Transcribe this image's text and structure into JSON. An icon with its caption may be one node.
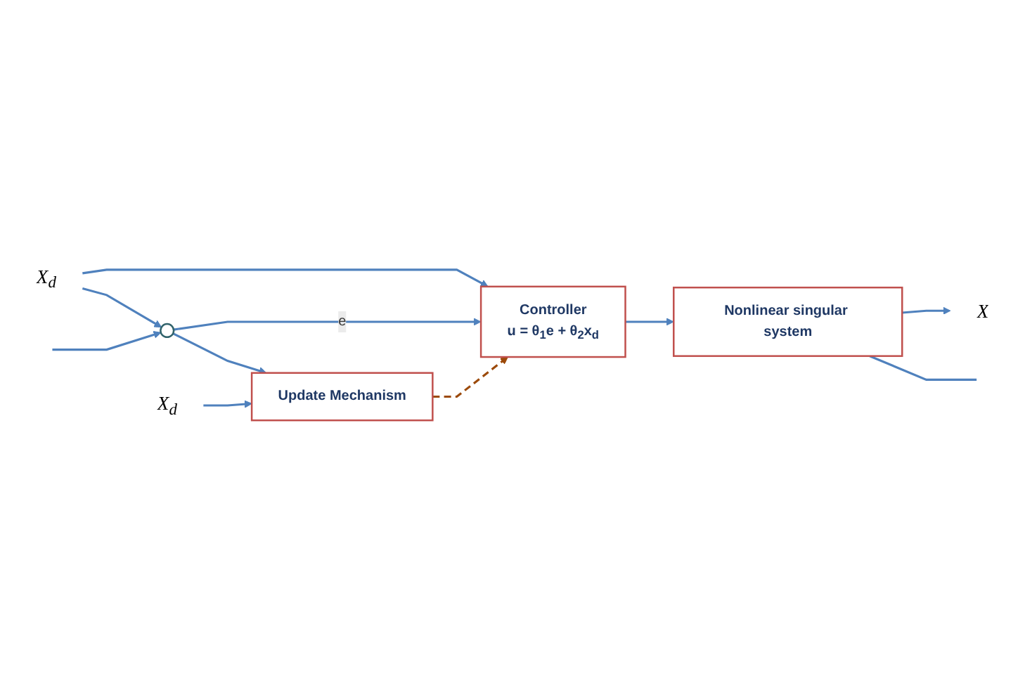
{
  "diagram": {
    "nodes": [
      {
        "text": [
          "Controller",
          "u = θ$_{1}$e + θ$_{2}$x$_{d}$"
        ]
      },
      {
        "text": [
          "Nonlinear singular system"
        ]
      },
      {
        "text": [
          "X"
        ]
      },
      {
        "text": [],
        "shape": "circle"
      },
      {
        "text": [
          "X$_{d}$"
        ]
      },
      {
        "text": [
          "Update Mechanism"
        ]
      },
      {
        "text": [
          "X$_{d}$"
        ]
      }
    ],
    "edges": [
      {
        "from": 4,
        "to": 3,
        "arrow": "to"
      },
      {
        "from": 4,
        "to": 0,
        "arrow": "to"
      },
      {
        "from": 3,
        "to": 0,
        "arrow": "to",
        "label": "e"
      },
      {
        "from": 3,
        "to": 5,
        "arrow": "to"
      },
      {
        "from": 6,
        "to": 5,
        "arrow": "to"
      },
      {
        "from": 5,
        "to": 0,
        "arrow": "to",
        "style": "dashed",
        "color": "#9c4a0a"
      },
      {
        "from": 0,
        "to": 1,
        "arrow": "to"
      },
      {
        "from": 1,
        "to": 2,
        "arrow": "to"
      },
      {
        "from": 1,
        "to": null,
        "arrow": "none"
      },
      {
        "from": null,
        "to": 3,
        "arrow": "to"
      }
    ]
  }
}
